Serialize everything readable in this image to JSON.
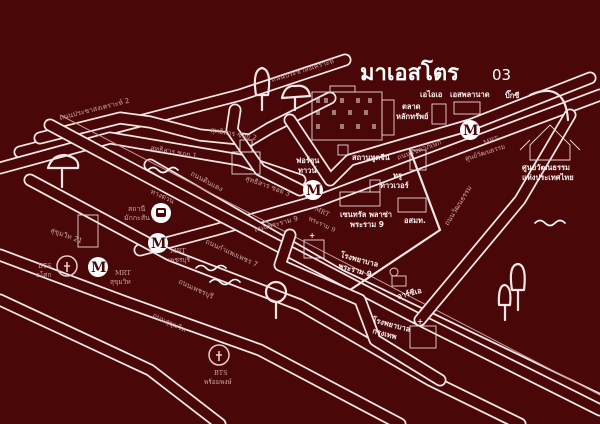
{
  "colors": {
    "background": "#4a0708",
    "lines": "#f3e6e6",
    "labels": "#c9a4a4"
  },
  "title": {
    "name": "มาเอสโตร",
    "number": "03"
  },
  "roads": {
    "pracha_songkhro": "ถนนประชาสงเคราะห์",
    "pracha_songkhro_2": "ถนนประชาสงเคราะห์ 2",
    "soi1": "สุทธิสาร ซอย 1",
    "soi2": "สุทธิสาร ซอย 2",
    "soi3": "สุทธิสาร ซอย 3",
    "din_daeng": "ถนนดินแดง",
    "ratchada": "ถนนรัชดาภิเษก",
    "rama9": "ถนนพระราม 9",
    "expressway": "ทางด่วน",
    "kamphaeng": "ถนนกำแพงเพชร 7",
    "petchaburi": "ถนนเพชรบุรี",
    "sukhumvit": "ถนนสุขุมวิท",
    "soi21": "สุขุมวิท 21",
    "watthanatham": "ถนนวัฒนธรรม"
  },
  "places": {
    "maestro_building": "มาเอสโตร 03",
    "chinese_embassy": "สถานทูตจีน",
    "fortune_1": "ฟอร์จูน",
    "fortune_2": "ทาวน์",
    "set_1": "ตลาด",
    "set_2": "หลักทรัพย์",
    "aia": "เอไอเอ",
    "esplanade": "เอสพลานาด",
    "bigc": "บิ๊กซี",
    "cultural_center_1": "ศูนย์วัฒนธรรม",
    "cultural_center_2": "แห่งประเทศไทย",
    "true_1": "ทรู",
    "true_2": "ทาวเวอร์",
    "central_1": "เซนทรัล พลาซ่า",
    "central_2": "พระราม 9",
    "mcot": "อสมท.",
    "rama9_hosp_1": "โรงพยาบาล",
    "rama9_hosp_2": "พระราม 9",
    "rca": "อาร์ซีเอ",
    "bkk_hosp_1": "โรงพยาบาล",
    "bkk_hosp_2": "กรุงเทพ",
    "makkasan_1": "สถานี",
    "makkasan_2": "มักกะสัน"
  },
  "stations": {
    "mrt": "MRT",
    "bts": "BTS",
    "marker": "M",
    "mrt_cultural": "ศูนย์วัฒนธรรม",
    "mrt_rama9": "พระราม 9",
    "mrt_petchaburi": "เพชรบุรี",
    "mrt_sukhumvit": "สุขุมวิท",
    "bts_asok": "อโศก",
    "bts_phromphong": "พร้อมพงษ์"
  }
}
